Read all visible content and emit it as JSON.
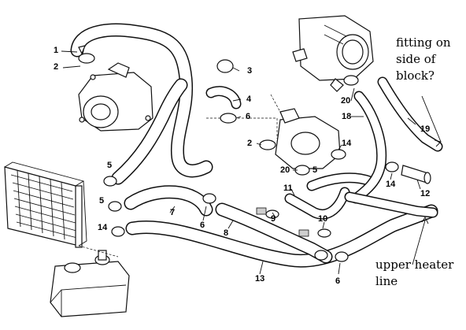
{
  "annotations": {
    "fitting_line1": "fitting on",
    "fitting_line2": "side of",
    "fitting_line3": "block?",
    "heater_line1": "upper heater",
    "heater_line2": "line"
  },
  "callouts": {
    "c1": "1",
    "c2a": "2",
    "c3": "3",
    "c4": "4",
    "c6a": "6",
    "c20a": "20",
    "c18": "18",
    "c19": "19",
    "c2b": "2",
    "c14a": "14",
    "c20b": "20",
    "c5a": "5",
    "c5b": "5",
    "c5c": "5",
    "c14b": "14",
    "c12": "12",
    "c11": "11",
    "c14c": "14",
    "c7": "7",
    "c6b": "6",
    "c8": "8",
    "c9": "9",
    "c10": "10",
    "c13": "13",
    "c6c": "6"
  }
}
